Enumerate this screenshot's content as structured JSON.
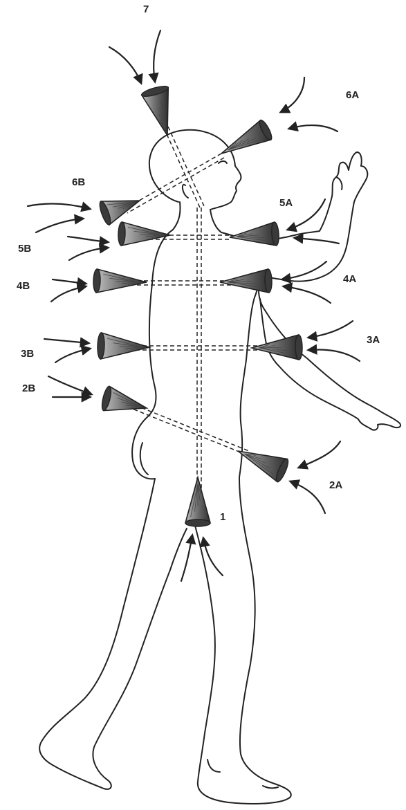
{
  "colors": {
    "outline": "#222222",
    "cone_fill": "#8c8c8c",
    "cone_dark": "#3a3a3a",
    "background": "#ffffff"
  },
  "cone_icon": "funnel-cone-icon",
  "arrow_icon": "curved-arrow-icon",
  "labels": {
    "l7": "7",
    "l6A": "6A",
    "l6B": "6B",
    "l5A": "5A",
    "l5B": "5B",
    "l4A": "4A",
    "l4B": "4B",
    "l3A": "3A",
    "l3B": "3B",
    "l2A": "2A",
    "l2B": "2B",
    "l1": "1"
  }
}
